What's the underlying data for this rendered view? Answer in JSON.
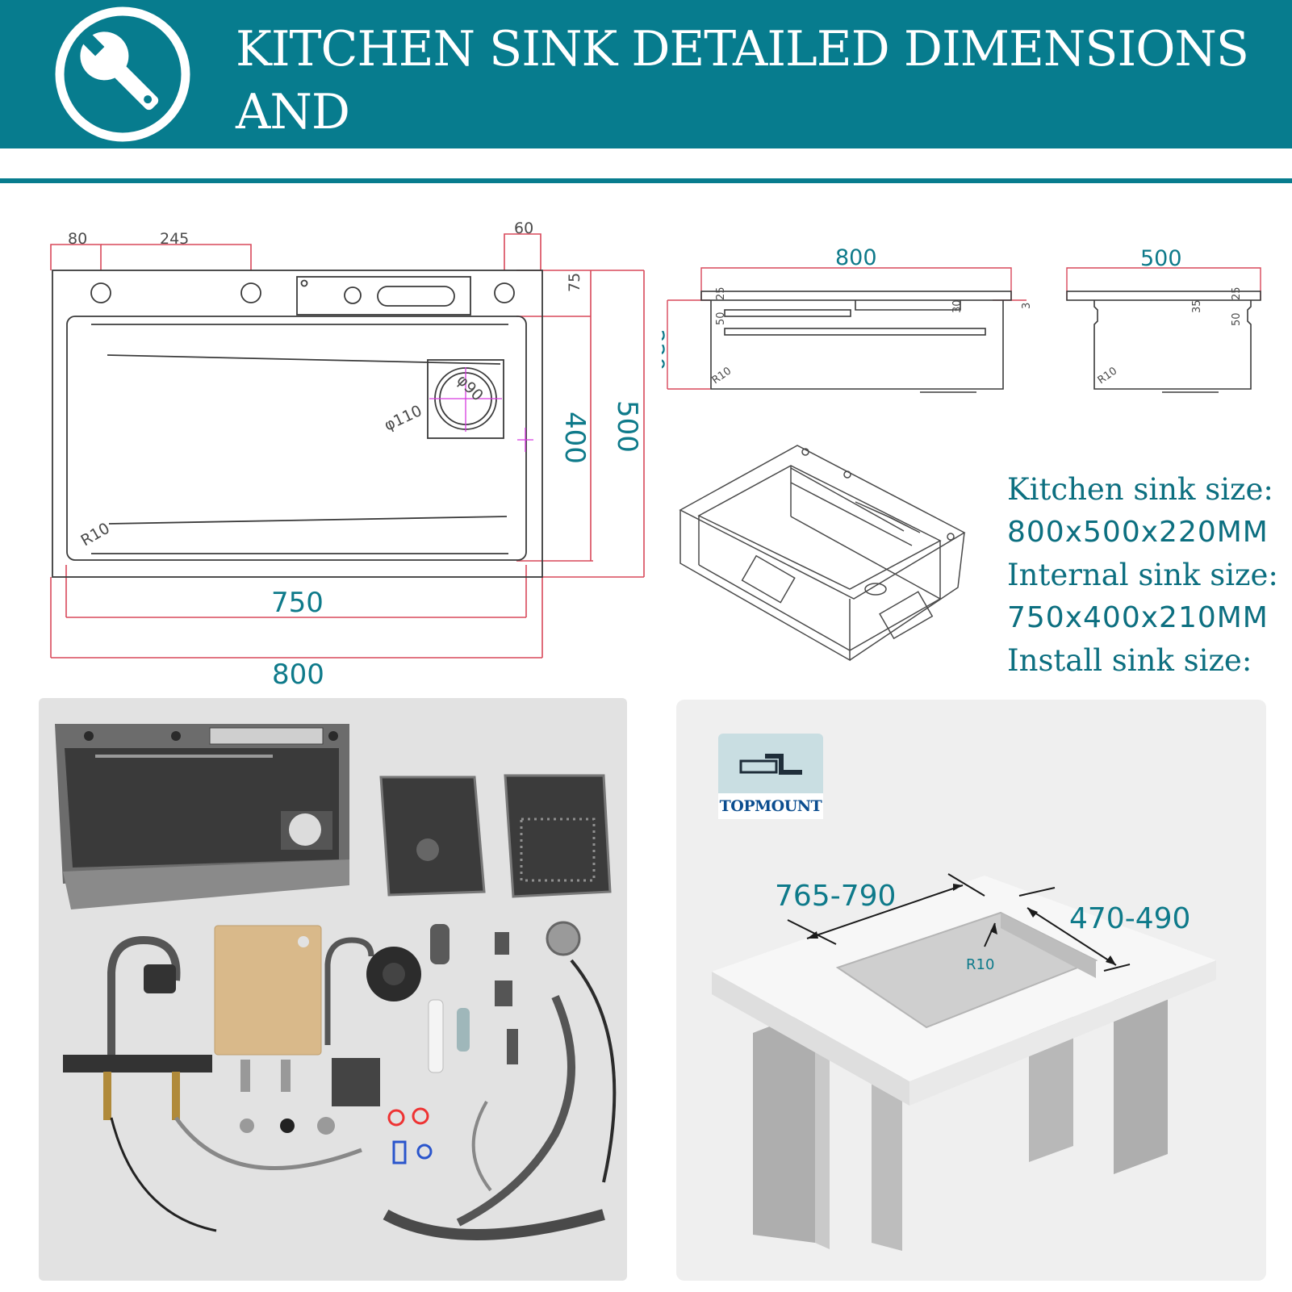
{
  "header": {
    "title_line1": "KITCHEN SINK DETAILED DIMENSIONS AND",
    "title_line2": "INSTALLATION DIMENSIONS"
  },
  "colors": {
    "banner": "#077c8e",
    "spec_text": "#0c6f80",
    "dimension_line": "#d9485a",
    "dimension_text": "#0e7a8a",
    "magenta_marker": "#d63adf"
  },
  "top_view": {
    "dims": {
      "d80": "80",
      "d245": "245",
      "d60": "60",
      "d75": "75",
      "d400": "400",
      "d500": "500",
      "d750": "750",
      "d800": "800",
      "d110": "φ110",
      "d90": "φ90",
      "r10": "R10"
    }
  },
  "front_view": {
    "d800": "800",
    "d220": "220",
    "d25": "25",
    "d50": "50",
    "d30": "30",
    "d3": "3",
    "r10": "R10"
  },
  "side_view": {
    "d500": "500",
    "d25": "25",
    "d35": "35",
    "d50": "50",
    "r10": "R10"
  },
  "specs": {
    "kitchen_label": "Kitchen sink size:",
    "kitchen_value": "800x500x220MM",
    "internal_label": "Internal sink size:",
    "internal_value": "750x400x210MM",
    "install_label": "Install sink size:"
  },
  "install": {
    "badge": "TOPMOUNT",
    "width": "765-790",
    "depth": "470-490",
    "radius": "R10"
  },
  "icons": [
    "wrench-icon",
    "topmount-icon"
  ]
}
